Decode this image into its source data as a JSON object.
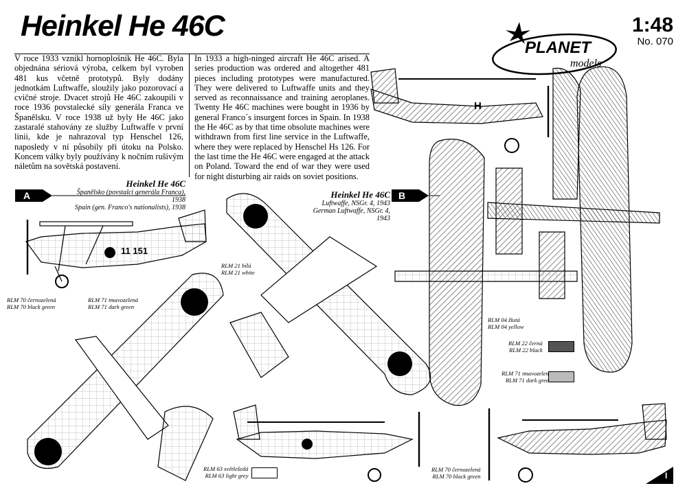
{
  "title": "Heinkel He 46C",
  "scale": "1:48",
  "kit_number": "No. 070",
  "brand": {
    "top": "PLANET",
    "bottom": "models"
  },
  "text_cz": "V roce 1933 vznikl hornoplošník He 46C. Byla objednána sériová výroba, celkem byl vyroben 481 kus včetně prototypů. Byly dodány jednotkám Luftwaffe, sloužily jako pozorovací a cvičné stroje. Dvacet strojů He 46C zakoupili v roce 1936 povstalecké síly generála Franca ve Španělsku. V roce 1938 už byly He 46C jako zastaralé stahovány ze služby Luftwaffe v první linii, kde je nahrazoval typ Henschel 126, naposledy v ní působily při útoku na Polsko. Koncem války byly používány k nočním rušivým náletům na sovětská postavení.",
  "text_en": "In 1933 a high-ninged aircraft He 46C arised. A series production was ordered and altogether 481 pieces including prototypes were manufactured. They were delivered to Luftwaffe units and they served as reconnaissance and training aeroplanes. Twenty He 46C machines were bought in 1936 by general Franco´s insurgent forces in Spain. In 1938 the He 46C as by that time obsolute machines were withdrawn from first line service in the Luftwaffe, where they were replaced by Henschel Hs 126. For the last time the He 46C were engaged at the attack on Poland. Toward the end of war they were used for night disturbing air raids on soviet positions.",
  "variant_a": {
    "letter": "A",
    "name": "Heinkel He 46C",
    "line1": "Španělsko (povstalci generála Franca), 1938",
    "line2": "Spain (gen. Franco's nationalists), 1938",
    "code": "11 151"
  },
  "variant_b": {
    "letter": "B",
    "name": "Heinkel He 46C",
    "line1": "Luftwaffe, NSGr. 4, 1943",
    "line2": "German Luftwaffe, NSGr. 4, 1943",
    "code": "H"
  },
  "colors": {
    "rlm21": {
      "cz": "RLM 21 bílá",
      "en": "RLM 21 white"
    },
    "rlm70": {
      "cz": "RLM 70 černozelená",
      "en": "RLM 70 black green"
    },
    "rlm71": {
      "cz": "RLM 71 tmavozelená",
      "en": "RLM 71 dark green"
    },
    "rlm63": {
      "cz": "RLM 63 světlešedá",
      "en": "RLM 63 light grey"
    },
    "rlm04": {
      "cz": "RLM 04 žlutá",
      "en": "RLM 04 yellow"
    },
    "rlm22": {
      "cz": "RLM 22 černá",
      "en": "RLM 22 black"
    }
  },
  "page_number": "I"
}
